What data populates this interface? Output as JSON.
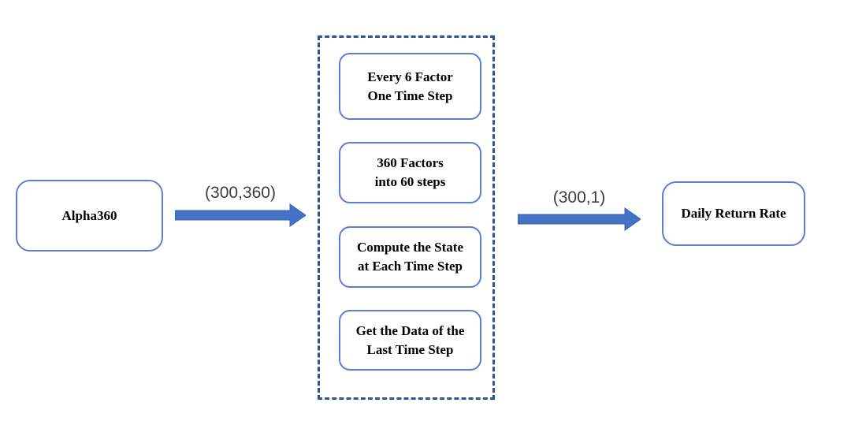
{
  "diagram": {
    "input_node": {
      "label": "Alpha360"
    },
    "arrow_in": {
      "label": "(300,360)"
    },
    "process_group": {
      "steps": [
        {
          "line1": "Every 6 Factor",
          "line2": "One Time Step"
        },
        {
          "line1": "360 Factors",
          "line2": "into 60 steps"
        },
        {
          "line1": "Compute the State",
          "line2": "at Each Time Step"
        },
        {
          "line1": "Get the Data of the",
          "line2": "Last Time Step"
        }
      ]
    },
    "arrow_out": {
      "label": "(300,1)"
    },
    "output_node": {
      "label": "Daily Return Rate"
    },
    "colors": {
      "arrow_fill": "#4472c4",
      "arrow_edge": "#3a5fa8",
      "node_border": "#5b7dd2",
      "group_border": "#2f5496",
      "node_text": "#000000",
      "label_text": "#3d3d3d"
    }
  }
}
